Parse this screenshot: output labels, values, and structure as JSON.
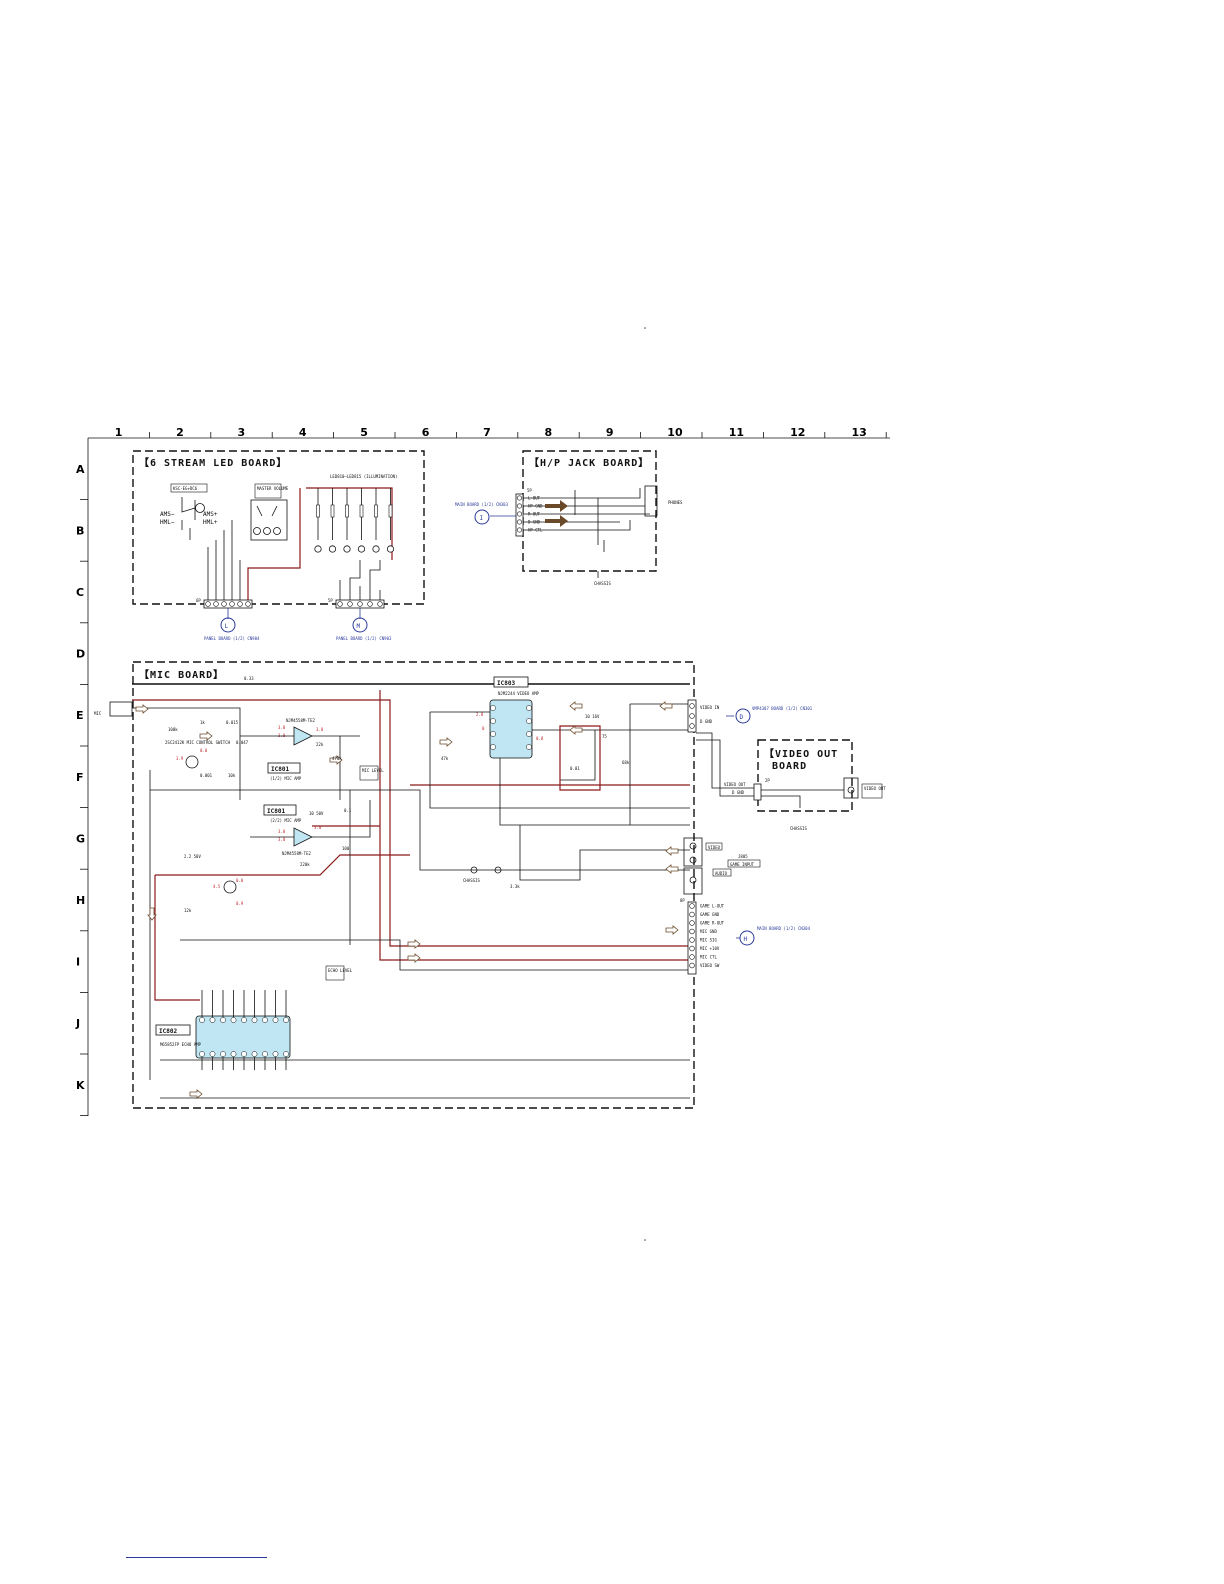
{
  "grid": {
    "columns": [
      "1",
      "2",
      "3",
      "4",
      "5",
      "6",
      "7",
      "8",
      "9",
      "10",
      "11",
      "12",
      "13"
    ],
    "rows": [
      "A",
      "B",
      "C",
      "D",
      "E",
      "F",
      "G",
      "H",
      "I",
      "J",
      "K"
    ]
  },
  "boards": {
    "led": {
      "title": "【6 STREAM LED BOARD】",
      "switch_label": "KSC-EG+DC6",
      "ams_minus": "AMS−",
      "hml_minus": "HML−",
      "ams_plus": "AMS+",
      "hml_plus": "HML+",
      "master_volume": "MASTER VOLUME",
      "illumination": "LED810–LED815 (ILLUMINATION)",
      "connector_l": "6P",
      "connector_m": "5P",
      "ref_l_letter": "L",
      "ref_l_text": "PANEL BOARD (1/2) CN904",
      "ref_m_letter": "M",
      "ref_m_text": "PANEL BOARD (1/2) CN903"
    },
    "hp": {
      "title": "【H/P JACK BOARD】",
      "pins": [
        "L-OUT",
        "HP-GND",
        "R-OUT",
        "D-GND",
        "HP CTL"
      ],
      "connector": "5P",
      "ref_letter": "I",
      "ref_text": "MAIN BOARD (1/2) CN303",
      "phones": "PHONES",
      "chassis": "CHASSIS"
    },
    "mic": {
      "title": "【MIC BOARD】",
      "mic_jack": "MIC",
      "ic801a": "IC801",
      "ic801a_sub": "(1/2) MIC AMP",
      "ic801b": "IC801",
      "ic801b_sub": "(2/2) MIC AMP",
      "ic801_part": "NJM4558M-TE2",
      "ic802": "IC802",
      "ic802_sub": "M65852FP ECHO AMP",
      "ic803": "IC803",
      "ic803_sub": "NJM2244 VIDEO AMP",
      "mic_level": "MIC LEVEL",
      "echo_level": "ECHO LEVEL",
      "mic_control_switch": "2SC2412K MIC CONTROL SWITCH",
      "video_in_pins": [
        "VIDEO IN",
        "D GND"
      ],
      "ref_d_letter": "D",
      "ref_d_text": "VMP4307 BOARD (1/2) CN301",
      "j805": "J805",
      "game_input": "GAME INPUT",
      "video_lbl": "VIDEO",
      "audio_lbl": "AUDIO",
      "game_pins": [
        "GAME L-OUT",
        "GAME GND",
        "GAME R-OUT",
        "MIC GND",
        "MIC SIG",
        "MIC +10V",
        "MIC CTL",
        "VIDEO SW"
      ],
      "connector_h": "8P",
      "ref_h_letter": "H",
      "ref_h_text": "MAIN BOARD (1/2) CN304",
      "chassis": "CHASSIS"
    },
    "video": {
      "title_line1": "【VIDEO OUT",
      "title_line2": "BOARD",
      "pins": [
        "VIDEO OUT",
        "D GND"
      ],
      "connector": "2P",
      "video_out": "VIDEO OUT",
      "chassis": "CHASSIS"
    }
  },
  "voltages": [
    "3.0",
    "3.0",
    "3.0",
    "3.0",
    "3.0",
    "3.0",
    "3.0",
    "2.8",
    "0",
    "0.8",
    "4.5",
    "0.0",
    "0.9",
    "3.9",
    "0.0"
  ],
  "values": [
    "0.33",
    "10 16V",
    "1k",
    "100k",
    "0.015",
    "0.047",
    "22k",
    "470k",
    "10k",
    "0.001",
    "2.2 50V",
    "100",
    "12k",
    "220k",
    "47k",
    "0.1",
    "75",
    "68k",
    "0.01",
    "3.3k",
    "10 50V"
  ]
}
